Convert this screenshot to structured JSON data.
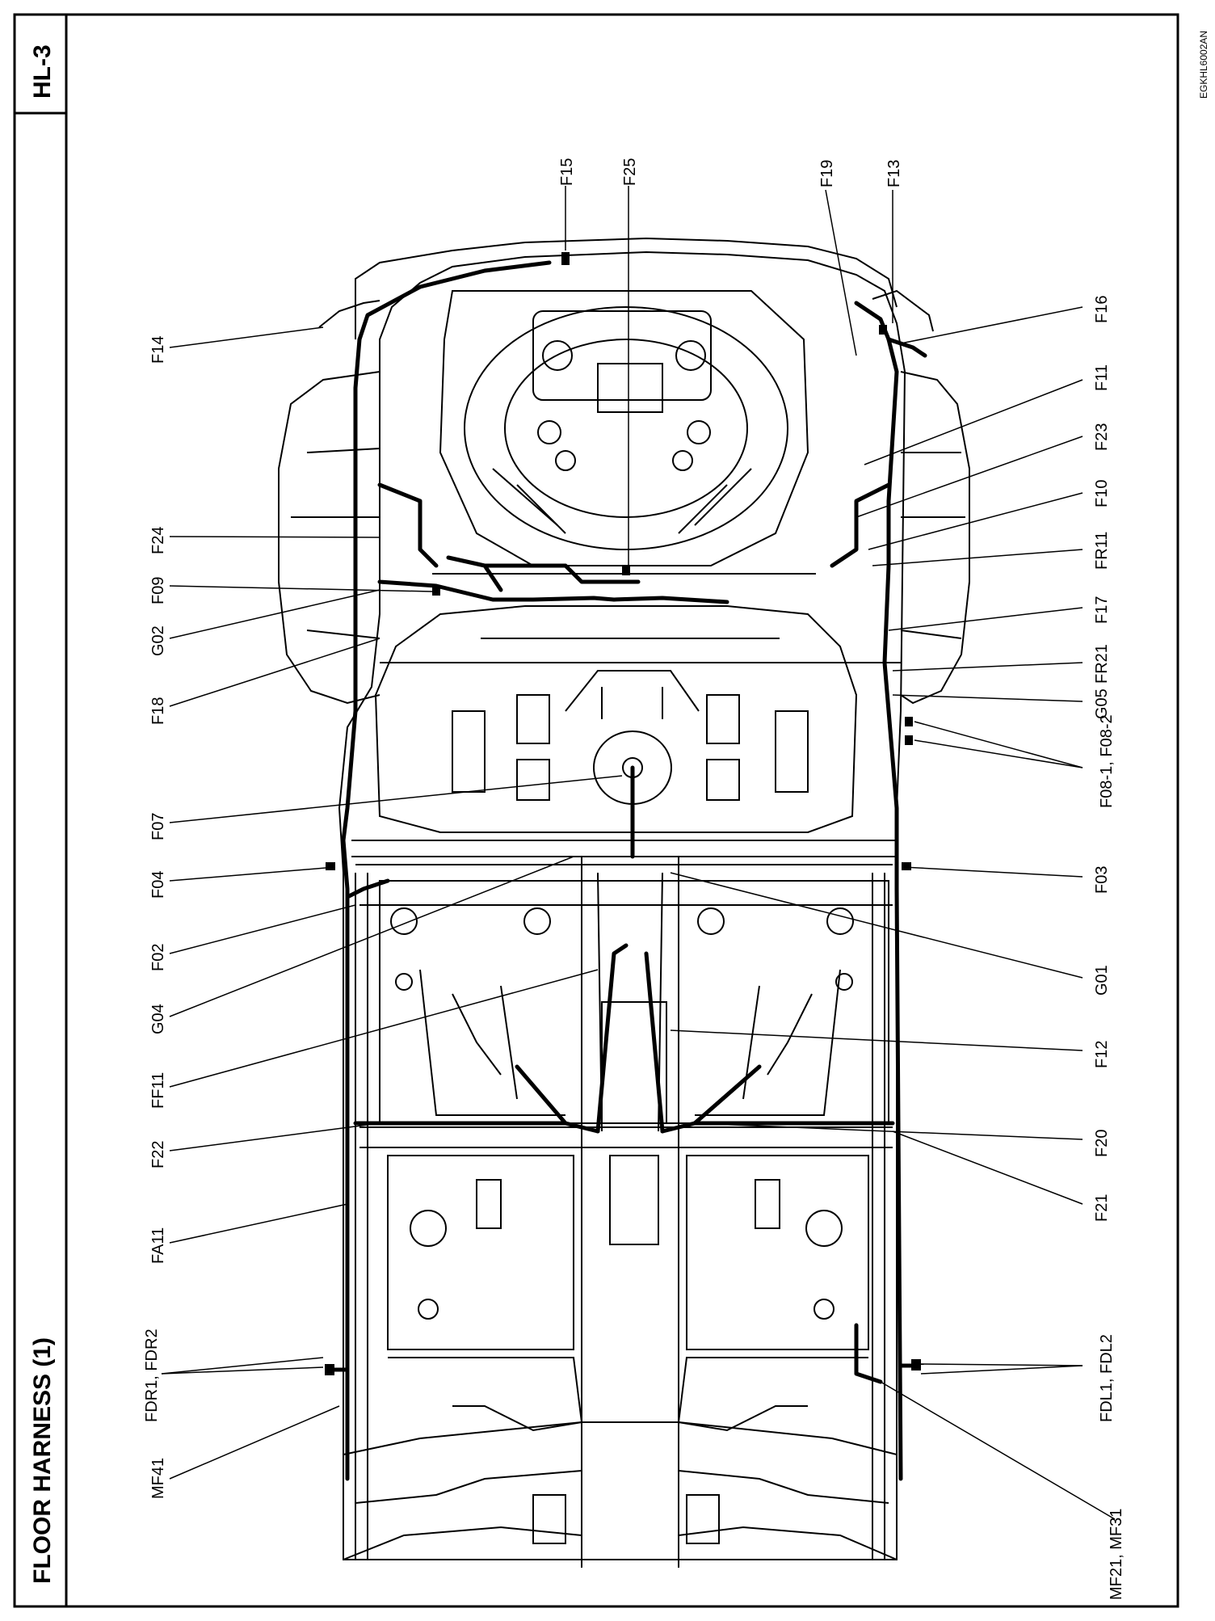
{
  "header": {
    "title": "FLOOR HARNESS (1)",
    "page_id": "HL-3",
    "figure_code": "EGKHL6002AN"
  },
  "callouts": {
    "F15": "F15",
    "F25": "F25",
    "F19": "F19",
    "F13": "F13",
    "F14": "F14",
    "F16": "F16",
    "F11": "F11",
    "F23": "F23",
    "F10": "F10",
    "FR11": "FR11",
    "F17": "F17",
    "FR21": "FR21",
    "G05": "G05",
    "F08": "F08-1, F08-2",
    "F24": "F24",
    "F09": "F09",
    "G02": "G02",
    "F18": "F18",
    "F07": "F07",
    "F04": "F04",
    "F03": "F03",
    "F02": "F02",
    "G01": "G01",
    "G04": "G04",
    "F12": "F12",
    "FF11": "FF11",
    "F20": "F20",
    "F22": "F22",
    "F21": "F21",
    "FA11": "FA11",
    "FDR": "FDR1, FDR2",
    "FDL": "FDL1, FDL2",
    "MF41": "MF41",
    "MF2131": "MF21, MF31"
  }
}
